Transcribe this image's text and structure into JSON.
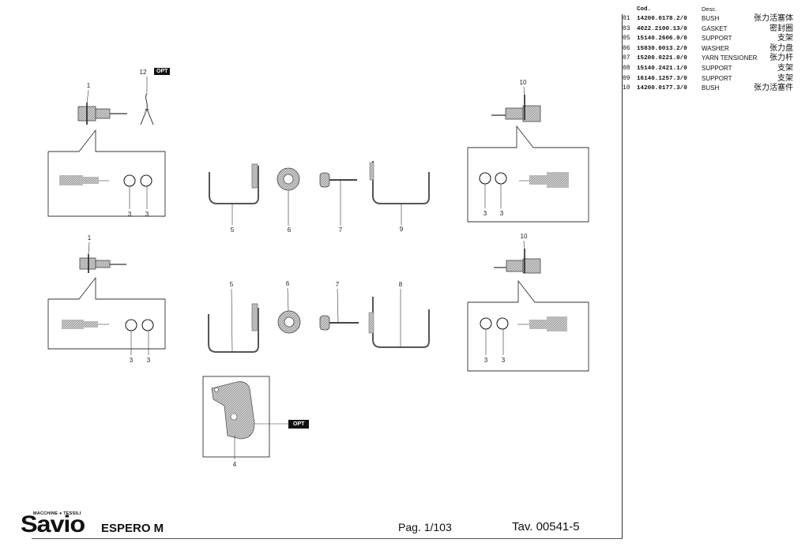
{
  "parts_table": {
    "col_code": "Cod.",
    "col_desc": "Desc.",
    "rows": [
      {
        "pos": "01",
        "code": "14200.0178.2/0",
        "desc": "BUSH",
        "cn": "张力活塞体"
      },
      {
        "pos": "03",
        "code": "4022.2100.13/0",
        "desc": "GASKET",
        "cn": "密封圈"
      },
      {
        "pos": "05",
        "code": "15140.2606.0/0",
        "desc": "SUPPORT",
        "cn": "支架"
      },
      {
        "pos": "06",
        "code": "15830.0013.2/0",
        "desc": "WASHER",
        "cn": "张力盘"
      },
      {
        "pos": "07",
        "code": "15200.0221.0/0",
        "desc": "YARN TENSIONER",
        "cn": "张力杆"
      },
      {
        "pos": "08",
        "code": "15140.2421.1/0",
        "desc": "SUPPORT",
        "cn": "支架"
      },
      {
        "pos": "09",
        "code": "16140.1257.3/0",
        "desc": "SUPPORT",
        "cn": "支架"
      },
      {
        "pos": "10",
        "code": "14200.0177.3/0",
        "desc": "BUSH",
        "cn": "张力活塞件"
      }
    ]
  },
  "callouts": {
    "n1": "1",
    "n3": "3",
    "n4": "4",
    "n5": "5",
    "n6": "6",
    "n7": "7",
    "n8": "8",
    "n9": "9",
    "n10": "10",
    "n12": "12",
    "opt": "OPT"
  },
  "footer": {
    "brand_small": "MACCHINE ● TESSILI",
    "brand": "Savio",
    "model": "ESPERO M",
    "page": "Pag. 1/103",
    "table_ref": "Tav. 00541-5"
  }
}
